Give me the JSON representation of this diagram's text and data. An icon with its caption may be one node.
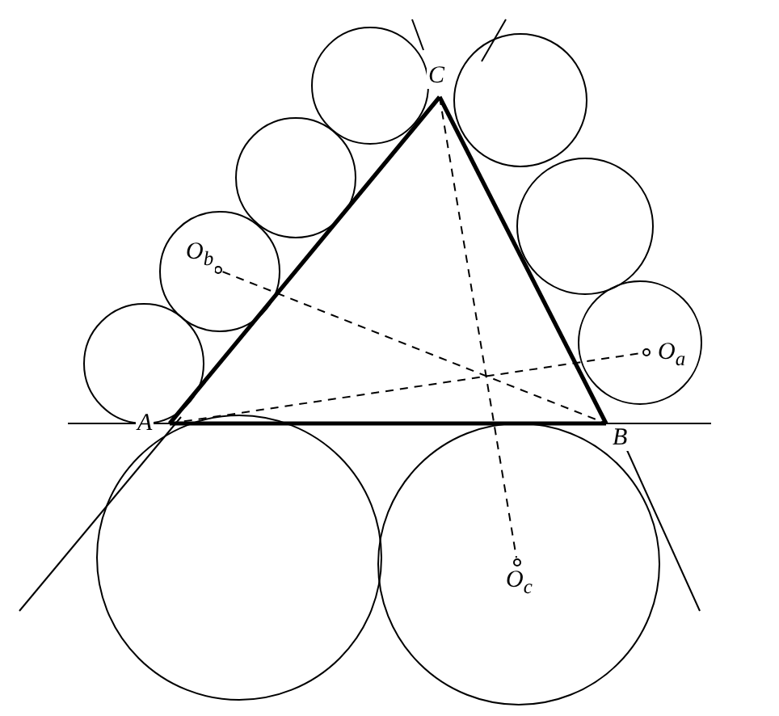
{
  "diagram": {
    "nodes": [
      {
        "text": [
          "A"
        ]
      },
      {
        "text": [
          "B"
        ]
      },
      {
        "text": [
          "C"
        ]
      },
      {
        "text": [
          "O$_{a}$"
        ]
      },
      {
        "text": [
          "O$_{b}$"
        ]
      },
      {
        "text": [
          "O$_{c}$"
        ]
      }
    ],
    "edges": [
      {
        "from": 0,
        "to": 1,
        "arrow": "none",
        "style": "thick"
      },
      {
        "from": 1,
        "to": 2,
        "arrow": "none",
        "style": "thick"
      },
      {
        "from": 2,
        "to": 0,
        "arrow": "none",
        "style": "thick"
      },
      {
        "from": 4,
        "to": 1,
        "arrow": "none",
        "style": "dashed"
      },
      {
        "from": 0,
        "to": 3,
        "arrow": "none",
        "style": "dashed"
      },
      {
        "from": 2,
        "to": 5,
        "arrow": "none",
        "style": "dashed"
      }
    ]
  }
}
